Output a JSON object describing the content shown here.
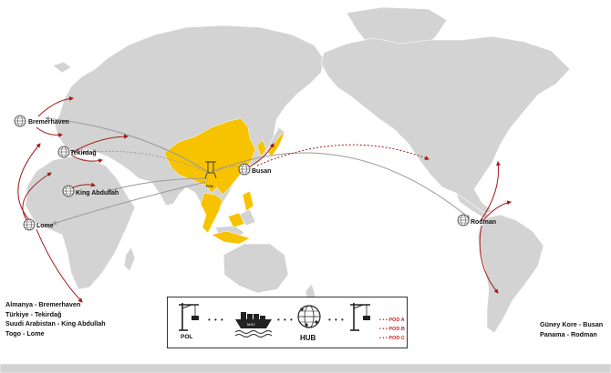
{
  "colors": {
    "land": "#d3d3d3",
    "region": "#f7c300",
    "route_red": "#a11c1c",
    "route_gray": "#9a9a9a",
    "text": "#111111"
  },
  "hubs": [
    {
      "name": "Bremerhaven",
      "icon": "globe-network-icon"
    },
    {
      "name": "Tekirdağ",
      "icon": "globe-network-icon"
    },
    {
      "name": "King Abdullah",
      "icon": "globe-network-icon"
    },
    {
      "name": "Lome",
      "icon": "globe-network-icon"
    },
    {
      "name": "Busan",
      "icon": "globe-network-icon"
    },
    {
      "name": "Rodman",
      "icon": "globe-network-icon"
    }
  ],
  "origin_label": "POL",
  "legend_left": [
    "Almanya - Bremerhaven",
    "Türkiye - Tekirdağ",
    "Suudi Arabistan - King Abdullah",
    "Togo - Lome"
  ],
  "legend_right": [
    "Güney Kore - Busan",
    "Panama - Rodman"
  ],
  "flow": {
    "pol_label": "POL",
    "hub_label": "HUB",
    "ship_label": "MSC",
    "pods": [
      "POD A",
      "POD B",
      "POD C"
    ]
  }
}
